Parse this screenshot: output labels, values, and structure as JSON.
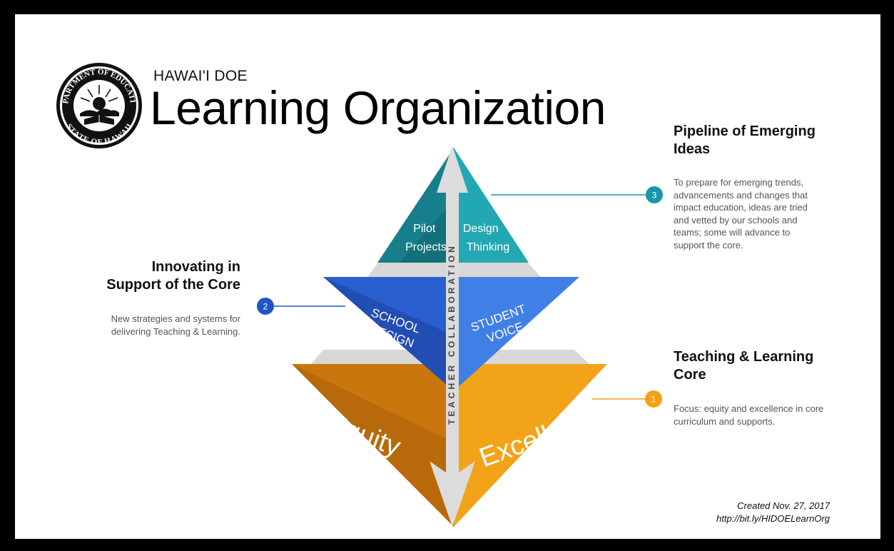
{
  "header": {
    "subtitle": "HAWAI'I DOE",
    "title": "Learning Organization"
  },
  "seal": {
    "text_top": "DEPARTMENT OF EDUCATION",
    "text_bottom": "STATE OF HAWAII"
  },
  "pyramid": {
    "top_left": [
      "Pilot",
      "Projects"
    ],
    "top_right": [
      "Design",
      "Thinking"
    ],
    "middle_left": [
      "SCHOOL",
      "DESIGN"
    ],
    "middle_right": [
      "STUDENT",
      "VOICE"
    ],
    "bottom_left": "Equity",
    "bottom_right": "Excellence",
    "arrow_label": "TEACHER COLLABORATION"
  },
  "callouts": [
    {
      "number": "1",
      "title": "Teaching & Learning Core",
      "title_lines": [
        "Teaching & Learning",
        "Core"
      ],
      "body": [
        "Focus: equity and excellence in core",
        "curriculum and supports."
      ],
      "color": "#f2a117"
    },
    {
      "number": "2",
      "title": "Innovating in Support of the Core",
      "title_lines": [
        "Innovating in",
        "Support of the Core"
      ],
      "body": [
        "New strategies and systems for",
        "delivering Teaching & Learning."
      ],
      "color": "#1f56c6"
    },
    {
      "number": "3",
      "title": "Pipeline of Emerging Ideas",
      "title_lines": [
        "Pipeline of Emerging",
        "Ideas"
      ],
      "body": [
        "To prepare for emerging trends,",
        "advancements and changes that",
        "impact education, ideas are tried",
        "and vetted by our schools and",
        "teams; some will advance to",
        "support the core."
      ],
      "color": "#1997a6"
    }
  ],
  "credit": {
    "created": "Created Nov. 27, 2017",
    "url": "http://bit.ly/HIDOELearnOrg"
  },
  "colors": {
    "teal": "#1b9aa6",
    "teal_dark": "#0f6f7a",
    "blue": "#2c63d8",
    "blue_dark": "#1a3f9e",
    "orange": "#f09a14",
    "orange_dark": "#a45a06",
    "gray": "#d9d9d9"
  }
}
